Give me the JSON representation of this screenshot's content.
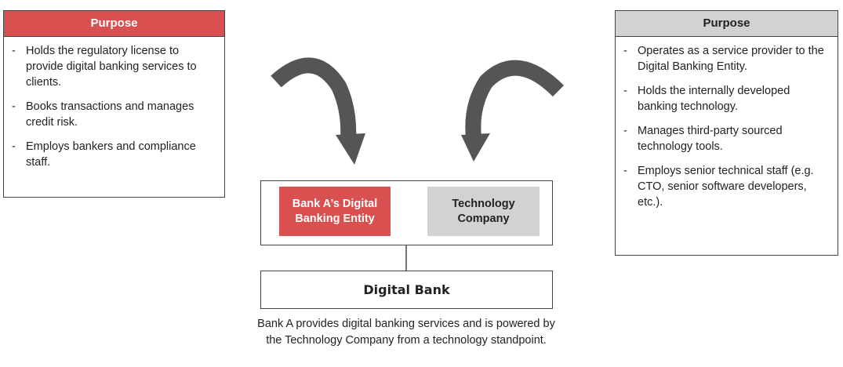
{
  "left_panel": {
    "title": "Purpose",
    "items": [
      "Holds the regulatory license to provide digital banking services to clients.",
      "Books transactions and manages credit risk.",
      "Employs bankers and compliance staff."
    ]
  },
  "right_panel": {
    "title": "Purpose",
    "items": [
      "Operates as a service provider to the Digital Banking Entity.",
      "Holds the internally developed banking technology.",
      "Manages third-party sourced technology tools.",
      "Employs senior technical staff (e.g. CTO, senior software developers, etc.)."
    ]
  },
  "entities": {
    "bank": "Bank A’s Digital Banking Entity",
    "tech": "Technology Company"
  },
  "digital_bank": "Digital Bank",
  "caption": "Bank A provides digital banking services and is powered by the Technology Company from a technology standpoint.",
  "colors": {
    "red": "#d95050",
    "gray": "#d2d2d2",
    "arrow": "#555555"
  }
}
